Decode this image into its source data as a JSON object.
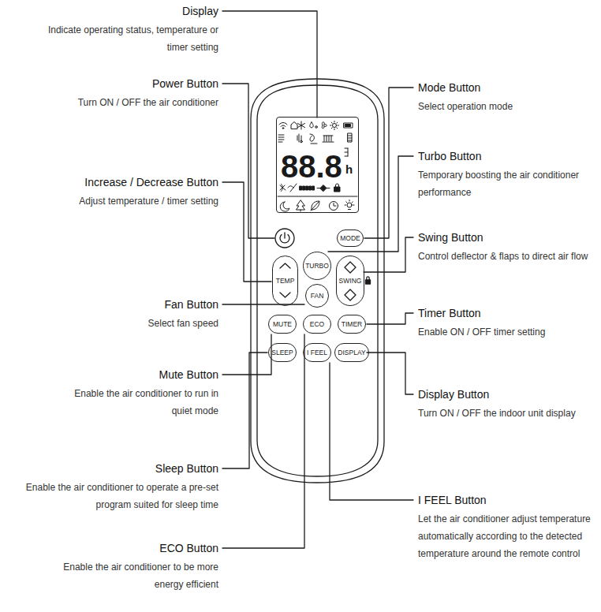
{
  "diagram": {
    "nodes": [
      {
        "text": [
          "88.8",
          "h"
        ]
      },
      {
        "text": [
          "MODE"
        ]
      },
      {
        "text": [
          "TURBO"
        ]
      },
      {
        "text": [
          "TEMP"
        ]
      },
      {
        "text": [
          "SWING"
        ]
      },
      {
        "text": [
          "FAN"
        ]
      },
      {
        "text": [
          "MUTE"
        ]
      },
      {
        "text": [
          "ECO"
        ]
      },
      {
        "text": [
          "TIMER"
        ]
      },
      {
        "text": [
          "SLEEP"
        ]
      },
      {
        "text": [
          "I FEEL"
        ]
      },
      {
        "text": [
          "DISPLAY"
        ]
      }
    ],
    "labels": [
      "Display",
      "Indicate operating status, temperature or timer setting",
      "Power Button",
      "Turn ON / OFF the air conditioner",
      "Increase / Decrease Button",
      "Adjust temperature / timer setting",
      "Fan Button",
      "Select fan speed",
      "Mute Button",
      "Enable the air conditioner to run in quiet mode",
      "Sleep Button",
      "Enable the air conditioner to operate a pre-set program suited for sleep time",
      "ECO Button",
      "Enable the air conditioner to be more energy efficient",
      "Mode Button",
      "Select operation mode",
      "Turbo Button",
      "Temporary boosting the air conditioner performance",
      "Swing Button",
      "Control deflector & flaps to direct air flow",
      "Timer Button",
      "Enable ON / OFF timer setting",
      "Display Button",
      "Turn ON / OFF the indoor unit display",
      "I FEEL Button",
      "Let the air conditioner adjust temperature automatically according to the detected temperature around the remote control"
    ]
  }
}
